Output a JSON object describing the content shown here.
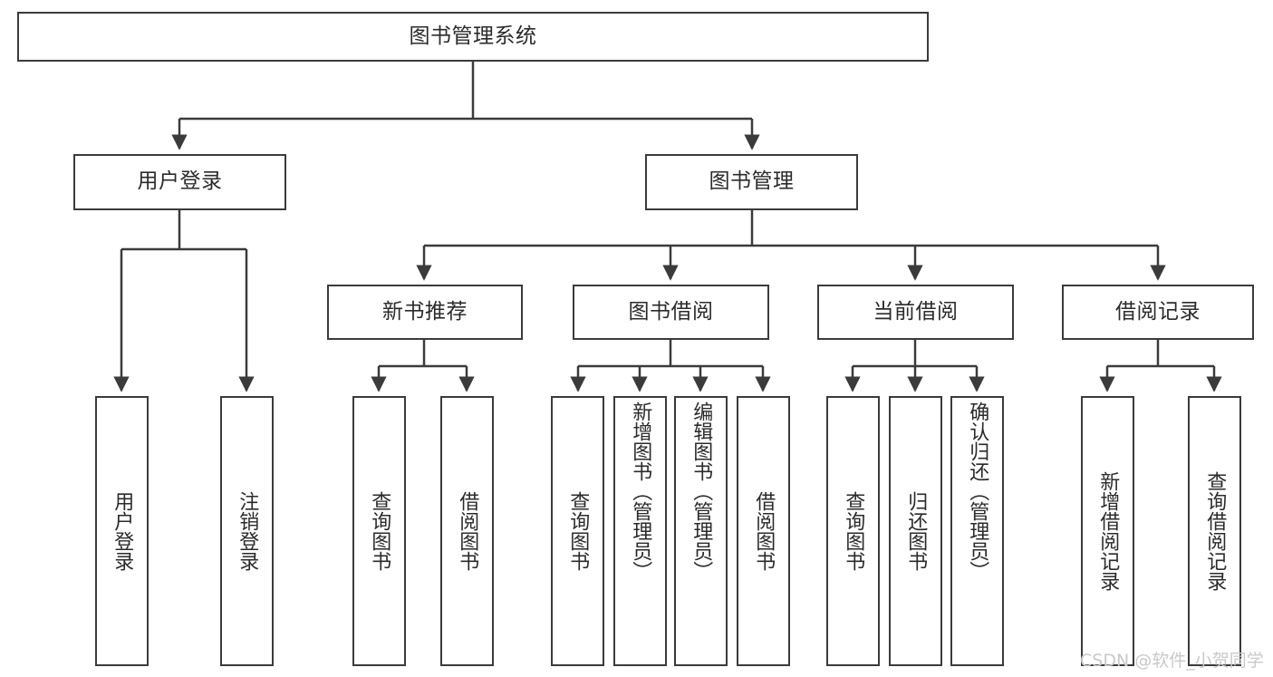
{
  "diagram": {
    "title": "图书管理系统",
    "type": "tree-hierarchy",
    "watermark": "CSDN @软件_小贺同学",
    "colors": {
      "stroke": "#3b3b3b",
      "fill": "#ffffff",
      "text": "#2b2b2b",
      "watermark": "#c9c9c9"
    },
    "nodes": {
      "root": {
        "label": "图书管理系统"
      },
      "level2": [
        {
          "label": "用户登录"
        },
        {
          "label": "图书管理"
        }
      ],
      "level3": [
        {
          "label": "新书推荐"
        },
        {
          "label": "图书借阅"
        },
        {
          "label": "当前借阅"
        },
        {
          "label": "借阅记录"
        }
      ],
      "leaves": {
        "user_login": [
          {
            "label": "用户登录"
          },
          {
            "label": "注销登录"
          }
        ],
        "new_book": [
          {
            "label": "查询图书"
          },
          {
            "label": "借阅图书"
          }
        ],
        "book_borrow": [
          {
            "label": "查询图书"
          },
          {
            "label": "新增图书（管理员）"
          },
          {
            "label": "编辑图书（管理员）"
          },
          {
            "label": "借阅图书"
          }
        ],
        "current_borrow": [
          {
            "label": "查询图书"
          },
          {
            "label": "归还图书"
          },
          {
            "label": "确认归还（管理员）"
          }
        ],
        "borrow_record": [
          {
            "label": "新增借阅记录"
          },
          {
            "label": "查询借阅记录"
          }
        ]
      }
    }
  }
}
